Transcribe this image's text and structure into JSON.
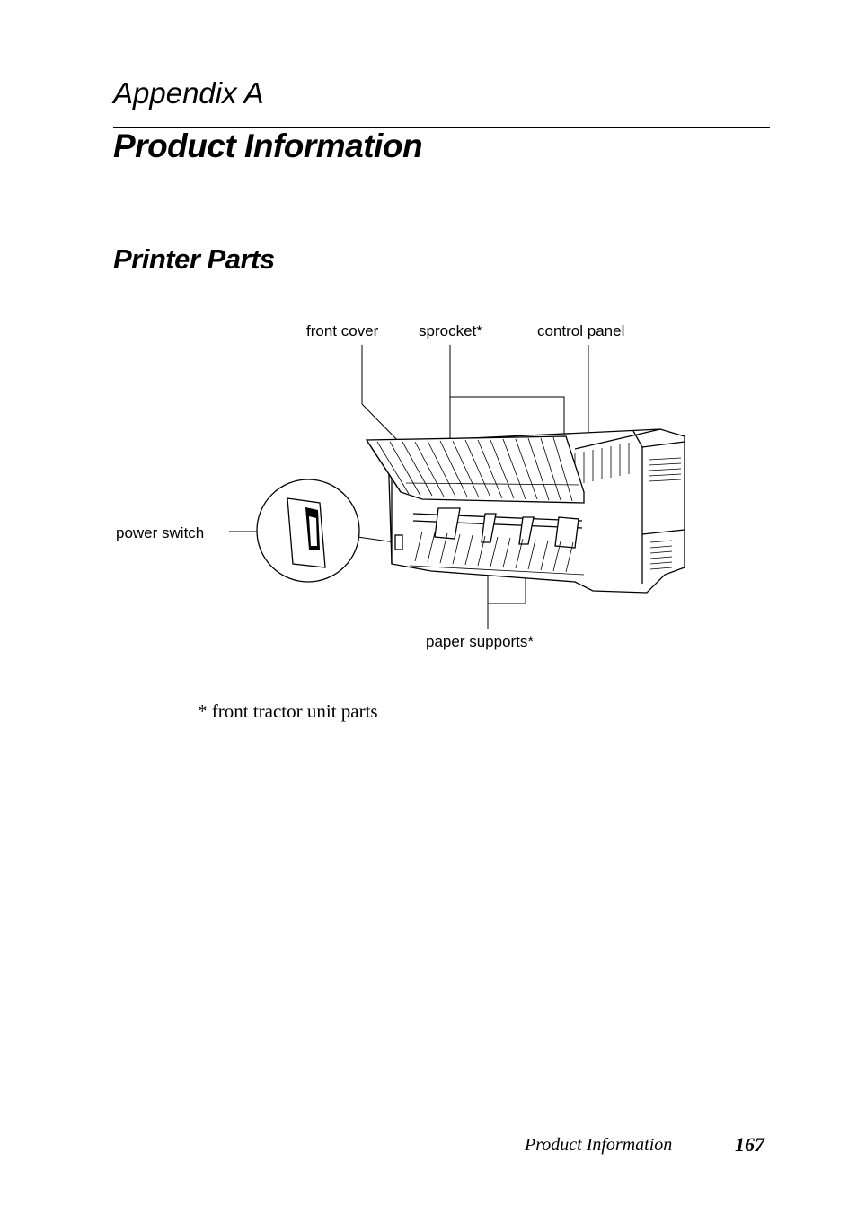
{
  "header": {
    "appendix": "Appendix A",
    "chapter_title": "Product Information"
  },
  "section": {
    "title": "Printer Parts"
  },
  "figure": {
    "callouts": {
      "front_cover": "front cover",
      "sprocket": "sprocket*",
      "control_panel": "control panel",
      "power_switch": "power switch",
      "paper_supports": "paper supports*"
    },
    "footnote": "* front tractor unit parts"
  },
  "footer": {
    "title": "Product Information",
    "page_number": "167"
  }
}
